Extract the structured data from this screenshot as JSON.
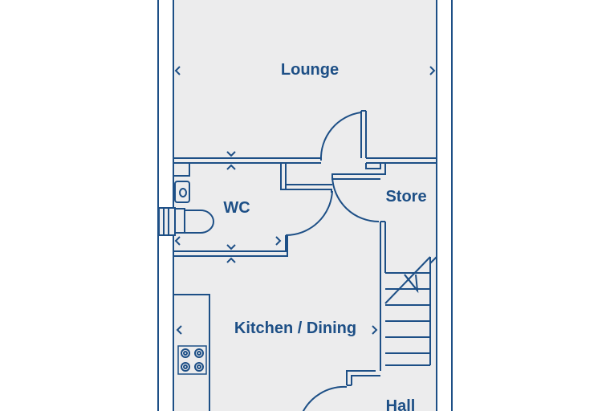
{
  "rooms": {
    "lounge": "Lounge",
    "wc": "WC",
    "store": "Store",
    "kitchen": "Kitchen / Dining",
    "hall": "Hall"
  },
  "colors": {
    "wall": "#1d4f86",
    "floor": "#ececed",
    "background": "#ffffff"
  },
  "icons": [
    "dimension-chevron-icon",
    "door-swing-icon",
    "toilet-icon",
    "basin-icon",
    "hob-icon",
    "stair-arrow-icon"
  ]
}
